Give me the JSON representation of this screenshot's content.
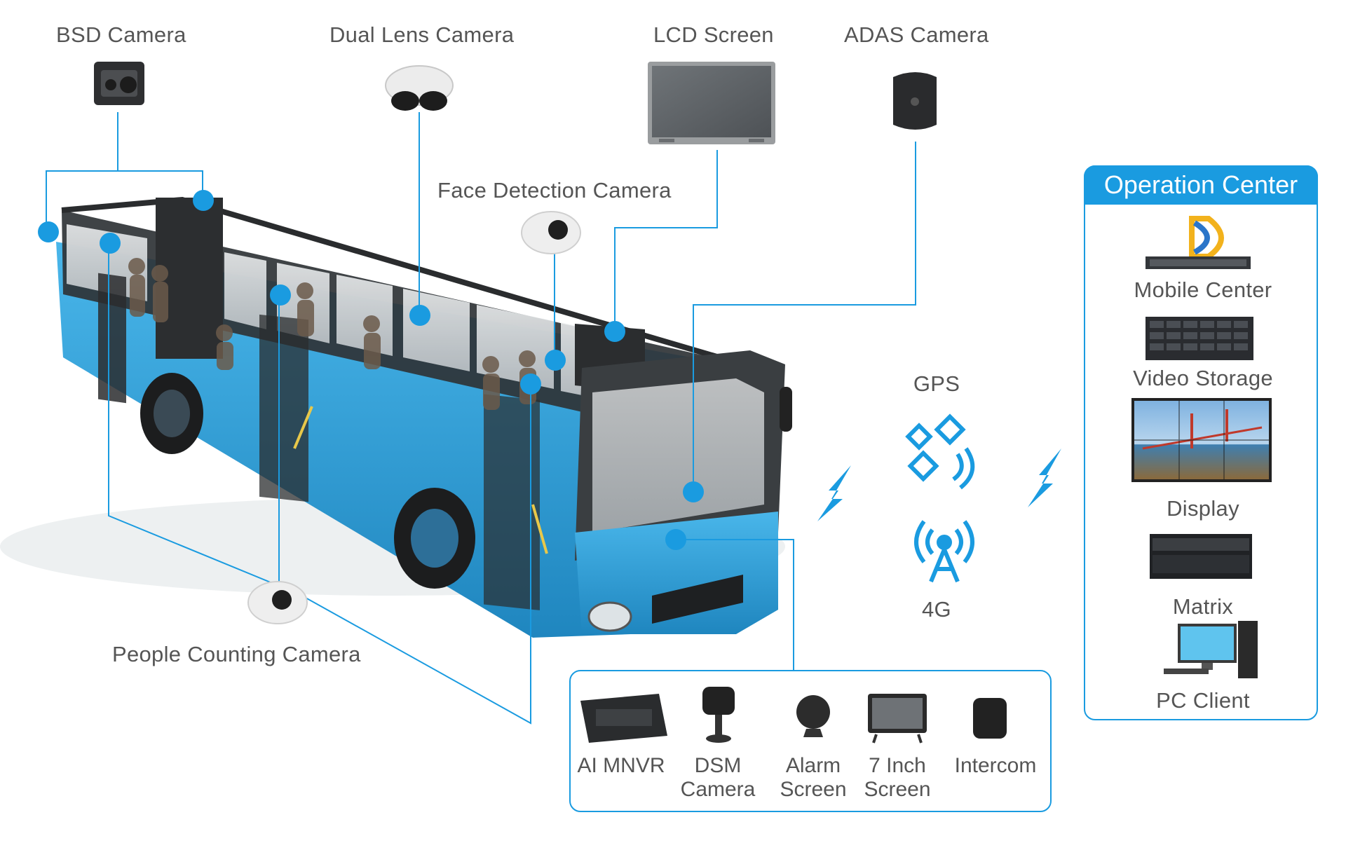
{
  "cameras": {
    "bsd": "BSD Camera",
    "dual_lens": "Dual Lens Camera",
    "lcd": "LCD Screen",
    "adas": "ADAS Camera",
    "face_detection": "Face Detection Camera",
    "people_counting": "People Counting Camera"
  },
  "network": {
    "gps": "GPS",
    "cellular": "4G"
  },
  "operation_center": {
    "title": "Operation Center",
    "items": [
      {
        "label": "Mobile Center",
        "icon": "server-logo-icon"
      },
      {
        "label": "Video Storage",
        "icon": "storage-array-icon"
      },
      {
        "label": "Display",
        "icon": "video-wall-icon"
      },
      {
        "label": "Matrix",
        "icon": "matrix-chassis-icon"
      },
      {
        "label": "PC  Client",
        "icon": "pc-client-icon"
      }
    ]
  },
  "onboard_devices": [
    {
      "line1": "AI MNVR",
      "line2": "",
      "icon": "mnvr-icon"
    },
    {
      "line1": "DSM",
      "line2": "Camera",
      "icon": "dsm-camera-icon"
    },
    {
      "line1": "Alarm",
      "line2": "Screen",
      "icon": "alarm-screen-icon"
    },
    {
      "line1": "7 Inch",
      "line2": "Screen",
      "icon": "seven-inch-screen-icon"
    },
    {
      "line1": "Intercom",
      "line2": "",
      "icon": "intercom-icon"
    }
  ],
  "colors": {
    "accent": "#1a9be0",
    "bus_body": "#2f9fd6",
    "bus_dark": "#2b2b2b"
  }
}
